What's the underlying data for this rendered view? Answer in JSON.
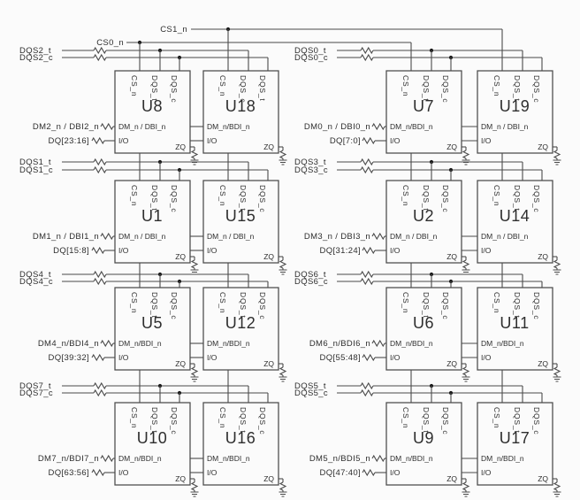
{
  "signals": {
    "cs0_label": "CS0_n",
    "cs1_label": "CS1_n"
  },
  "rows": [
    {
      "left": {
        "dqs_t": "DQS2_t",
        "dqs_c": "DQS2_c",
        "dm": "DM2_n / DBI2_n",
        "dq": "DQ[23:16]",
        "chips": [
          {
            "name": "U8",
            "pin_cs": "CS_n",
            "pin_dqs_a": "DQS_t",
            "pin_dqs_b": "DQS_c",
            "pin_dm": "DM_n / DBI_n",
            "pin_io": "I/O",
            "pin_zq": "ZQ"
          },
          {
            "name": "U18",
            "pin_cs": "CS_n",
            "pin_dqs_a": "DQS_c",
            "pin_dqs_b": "DQS_t",
            "pin_dm": "DM_n/BDI_n",
            "pin_io": "I/O",
            "pin_zq": "ZQ"
          }
        ]
      },
      "right": {
        "dqs_t": "DQS0_t",
        "dqs_c": "DQS0_c",
        "dm": "DM0_n / DBI0_n",
        "dq": "DQ[7:0]",
        "chips": [
          {
            "name": "U7",
            "pin_cs": "CS_n",
            "pin_dqs_a": "DQS_t",
            "pin_dqs_b": "DQS_c",
            "pin_dm": "DM_n/BDI_n",
            "pin_io": "I/O",
            "pin_zq": "ZQ"
          },
          {
            "name": "U19",
            "pin_cs": "CS_n",
            "pin_dqs_a": "DQS_t",
            "pin_dqs_b": "DQS_c",
            "pin_dm": "DM_n / DBI_n",
            "pin_io": "I/O",
            "pin_zq": "ZQ"
          }
        ]
      }
    },
    {
      "left": {
        "dqs_t": "DQS1_t",
        "dqs_c": "DQS1_c",
        "dm": "DM1_n / DBI1_n",
        "dq": "DQ[15:8]",
        "chips": [
          {
            "name": "U1",
            "pin_cs": "CS_n",
            "pin_dqs_a": "DQS_t",
            "pin_dqs_b": "DQS_c",
            "pin_dm": "DM_n / DBI_n",
            "pin_io": "I/O",
            "pin_zq": "ZQ"
          },
          {
            "name": "U15",
            "pin_cs": "CS_n",
            "pin_dqs_a": "DQS_t",
            "pin_dqs_b": "DQS_c",
            "pin_dm": "DM_n / DBI_n",
            "pin_io": "I/O",
            "pin_zq": "ZQ"
          }
        ]
      },
      "right": {
        "dqs_t": "DQS3_t",
        "dqs_c": "DQS3_c",
        "dm": "DM3_n / DBI3_n",
        "dq": "DQ[31:24]",
        "chips": [
          {
            "name": "U2",
            "pin_cs": "CS_n",
            "pin_dqs_a": "DQS_t",
            "pin_dqs_b": "DQS_c",
            "pin_dm": "DM_n / DBI_n",
            "pin_io": "I/O",
            "pin_zq": "ZQ"
          },
          {
            "name": "U14",
            "pin_cs": "CS_n",
            "pin_dqs_a": "DQS_t",
            "pin_dqs_b": "DQS_c",
            "pin_dm": "DM_n / DBI_n",
            "pin_io": "I/O",
            "pin_zq": "ZQ"
          }
        ]
      }
    },
    {
      "left": {
        "dqs_t": "DQS4_t",
        "dqs_c": "DQS4_c",
        "dm": "DM4_n/BDI4_n",
        "dq": "DQ[39:32]",
        "chips": [
          {
            "name": "U5",
            "pin_cs": "CS_n",
            "pin_dqs_a": "DQS_t",
            "pin_dqs_b": "DQS_c",
            "pin_dm": "DM_n/BDI_n",
            "pin_io": "I/O",
            "pin_zq": "ZQ"
          },
          {
            "name": "U12",
            "pin_cs": "CS_n",
            "pin_dqs_a": "DQS_t",
            "pin_dqs_b": "DQS_c",
            "pin_dm": "DM_n/BDI_n",
            "pin_io": "I/O",
            "pin_zq": "ZQ"
          }
        ]
      },
      "right": {
        "dqs_t": "DQS6_t",
        "dqs_c": "DQS6_c",
        "dm": "DM6_n/BDI6_n",
        "dq": "DQ[55:48]",
        "chips": [
          {
            "name": "U6",
            "pin_cs": "CS_n",
            "pin_dqs_a": "DQS_t",
            "pin_dqs_b": "DQS_c",
            "pin_dm": "DM_n/BDI_n",
            "pin_io": "I/O",
            "pin_zq": "ZQ"
          },
          {
            "name": "U11",
            "pin_cs": "CS_n",
            "pin_dqs_a": "DQS_t",
            "pin_dqs_b": "DQS_c",
            "pin_dm": "DM_n/BDI_n",
            "pin_io": "I/O",
            "pin_zq": "ZQ"
          }
        ]
      }
    },
    {
      "left": {
        "dqs_t": "DQS7_t",
        "dqs_c": "DQS7_c",
        "dm": "DM7_n/BDI7_n",
        "dq": "DQ[63:56]",
        "chips": [
          {
            "name": "U10",
            "pin_cs": "CS_n",
            "pin_dqs_a": "DQS_t",
            "pin_dqs_b": "DQS_c",
            "pin_dm": "DM_n/BDI_n",
            "pin_io": "I/O",
            "pin_zq": "ZQ"
          },
          {
            "name": "U16",
            "pin_cs": "CS_n",
            "pin_dqs_a": "DQS_t",
            "pin_dqs_b": "DQS_c",
            "pin_dm": "DM_n/BDI_n",
            "pin_io": "I/O",
            "pin_zq": "ZQ"
          }
        ]
      },
      "right": {
        "dqs_t": "DQS5_t",
        "dqs_c": "DQS5_c",
        "dm": "DM5_n/BDI5_n",
        "dq": "DQ[47:40]",
        "chips": [
          {
            "name": "U9",
            "pin_cs": "CS_n",
            "pin_dqs_a": "DQS_t",
            "pin_dqs_b": "DQS_c",
            "pin_dm": "DM_n/BDI_n",
            "pin_io": "I/O",
            "pin_zq": "ZQ"
          },
          {
            "name": "U17",
            "pin_cs": "CS_n",
            "pin_dqs_a": "DQS_t",
            "pin_dqs_b": "DQS_c",
            "pin_dm": "DM_n/BDI_n",
            "pin_io": "I/O",
            "pin_zq": "ZQ"
          }
        ]
      }
    }
  ]
}
